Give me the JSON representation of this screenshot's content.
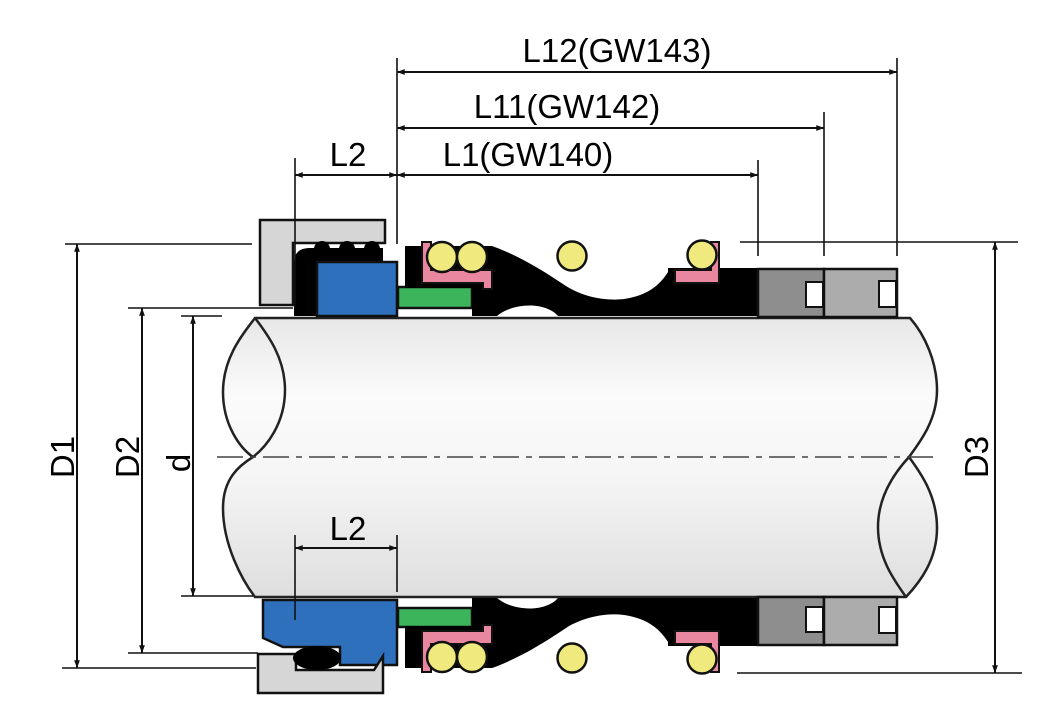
{
  "diagram": {
    "title": "mechanical-seal-cross-section-drawing",
    "dimensions": {
      "l12": "L12(GW143)",
      "l11": "L11(GW142)",
      "l1": "L1(GW140)",
      "l2_top": "L2",
      "l2_bottom": "L2",
      "d1": "D1",
      "d2": "D2",
      "d_shaft": "d",
      "d3": "D3"
    },
    "colors": {
      "seal_head_blue": "#2F70BD",
      "seat_ring_green": "#3CB45C",
      "spring_yellow": "#EFE97E",
      "retainer_pink": "#E8879F",
      "elastomer_black": "#000000",
      "gland_gray": "#D6D6D6",
      "stationary_seat_dark_gray": "#8E8E8E",
      "stationary_seat_light_gray": "#ACACAC",
      "shaft_light": "#F2F2F2",
      "dimension_line": "#111111"
    }
  }
}
